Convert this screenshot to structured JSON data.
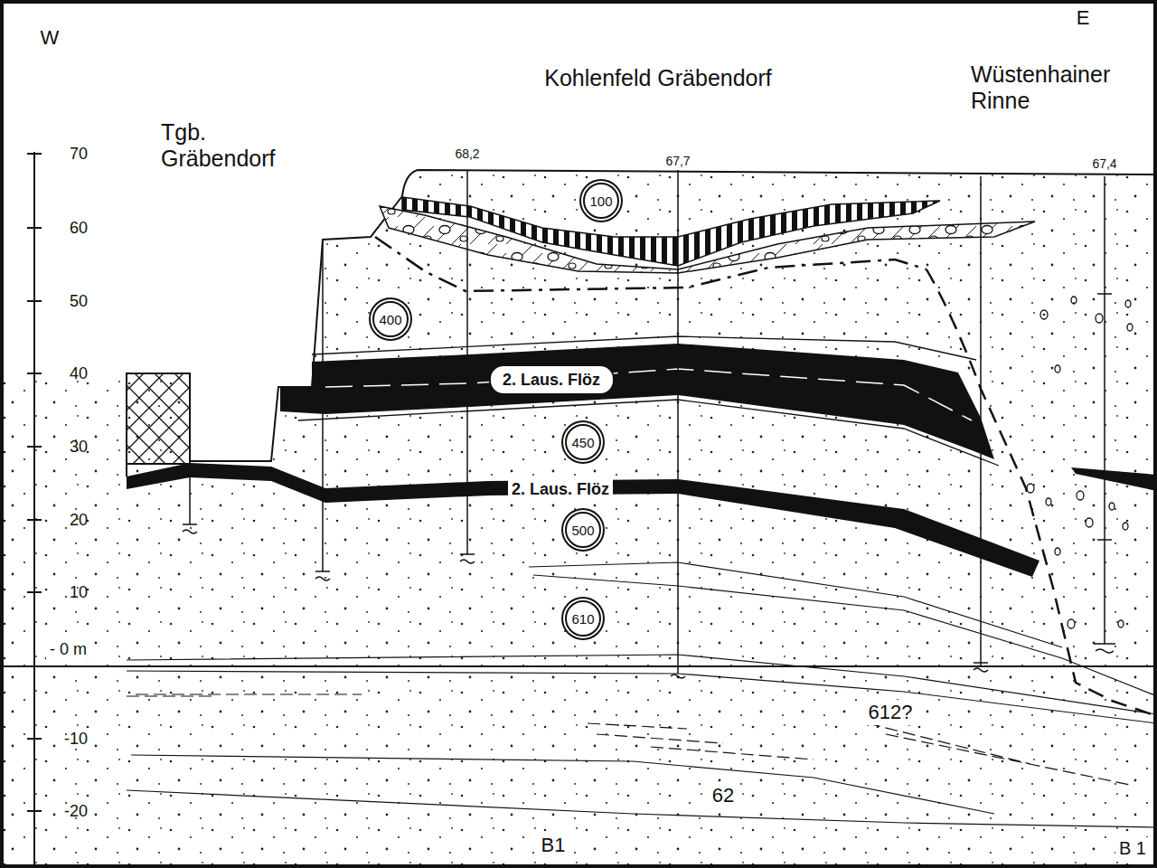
{
  "diagram": {
    "nodes": [
      {
        "text": [
          "100"
        ]
      },
      {
        "text": [
          "400"
        ]
      },
      {
        "text": [
          "2. Laus. Flöz"
        ]
      },
      {
        "text": [
          "450"
        ]
      },
      {
        "text": [
          "500"
        ]
      },
      {
        "text": [
          "610"
        ]
      }
    ],
    "labels": [
      "W",
      "E",
      "Kohlenfeld Gräbendorf",
      "Wüstenhainer Rinne",
      "Tgb. Gräbendorf",
      "70",
      "60",
      "50",
      "40",
      "30",
      "20",
      "10",
      "- 0 m",
      "-10",
      "-20",
      "68,2",
      "67,7",
      "67,4",
      "2. Laus. Flöz",
      "612?",
      "62",
      "B1",
      "B 1"
    ]
  }
}
